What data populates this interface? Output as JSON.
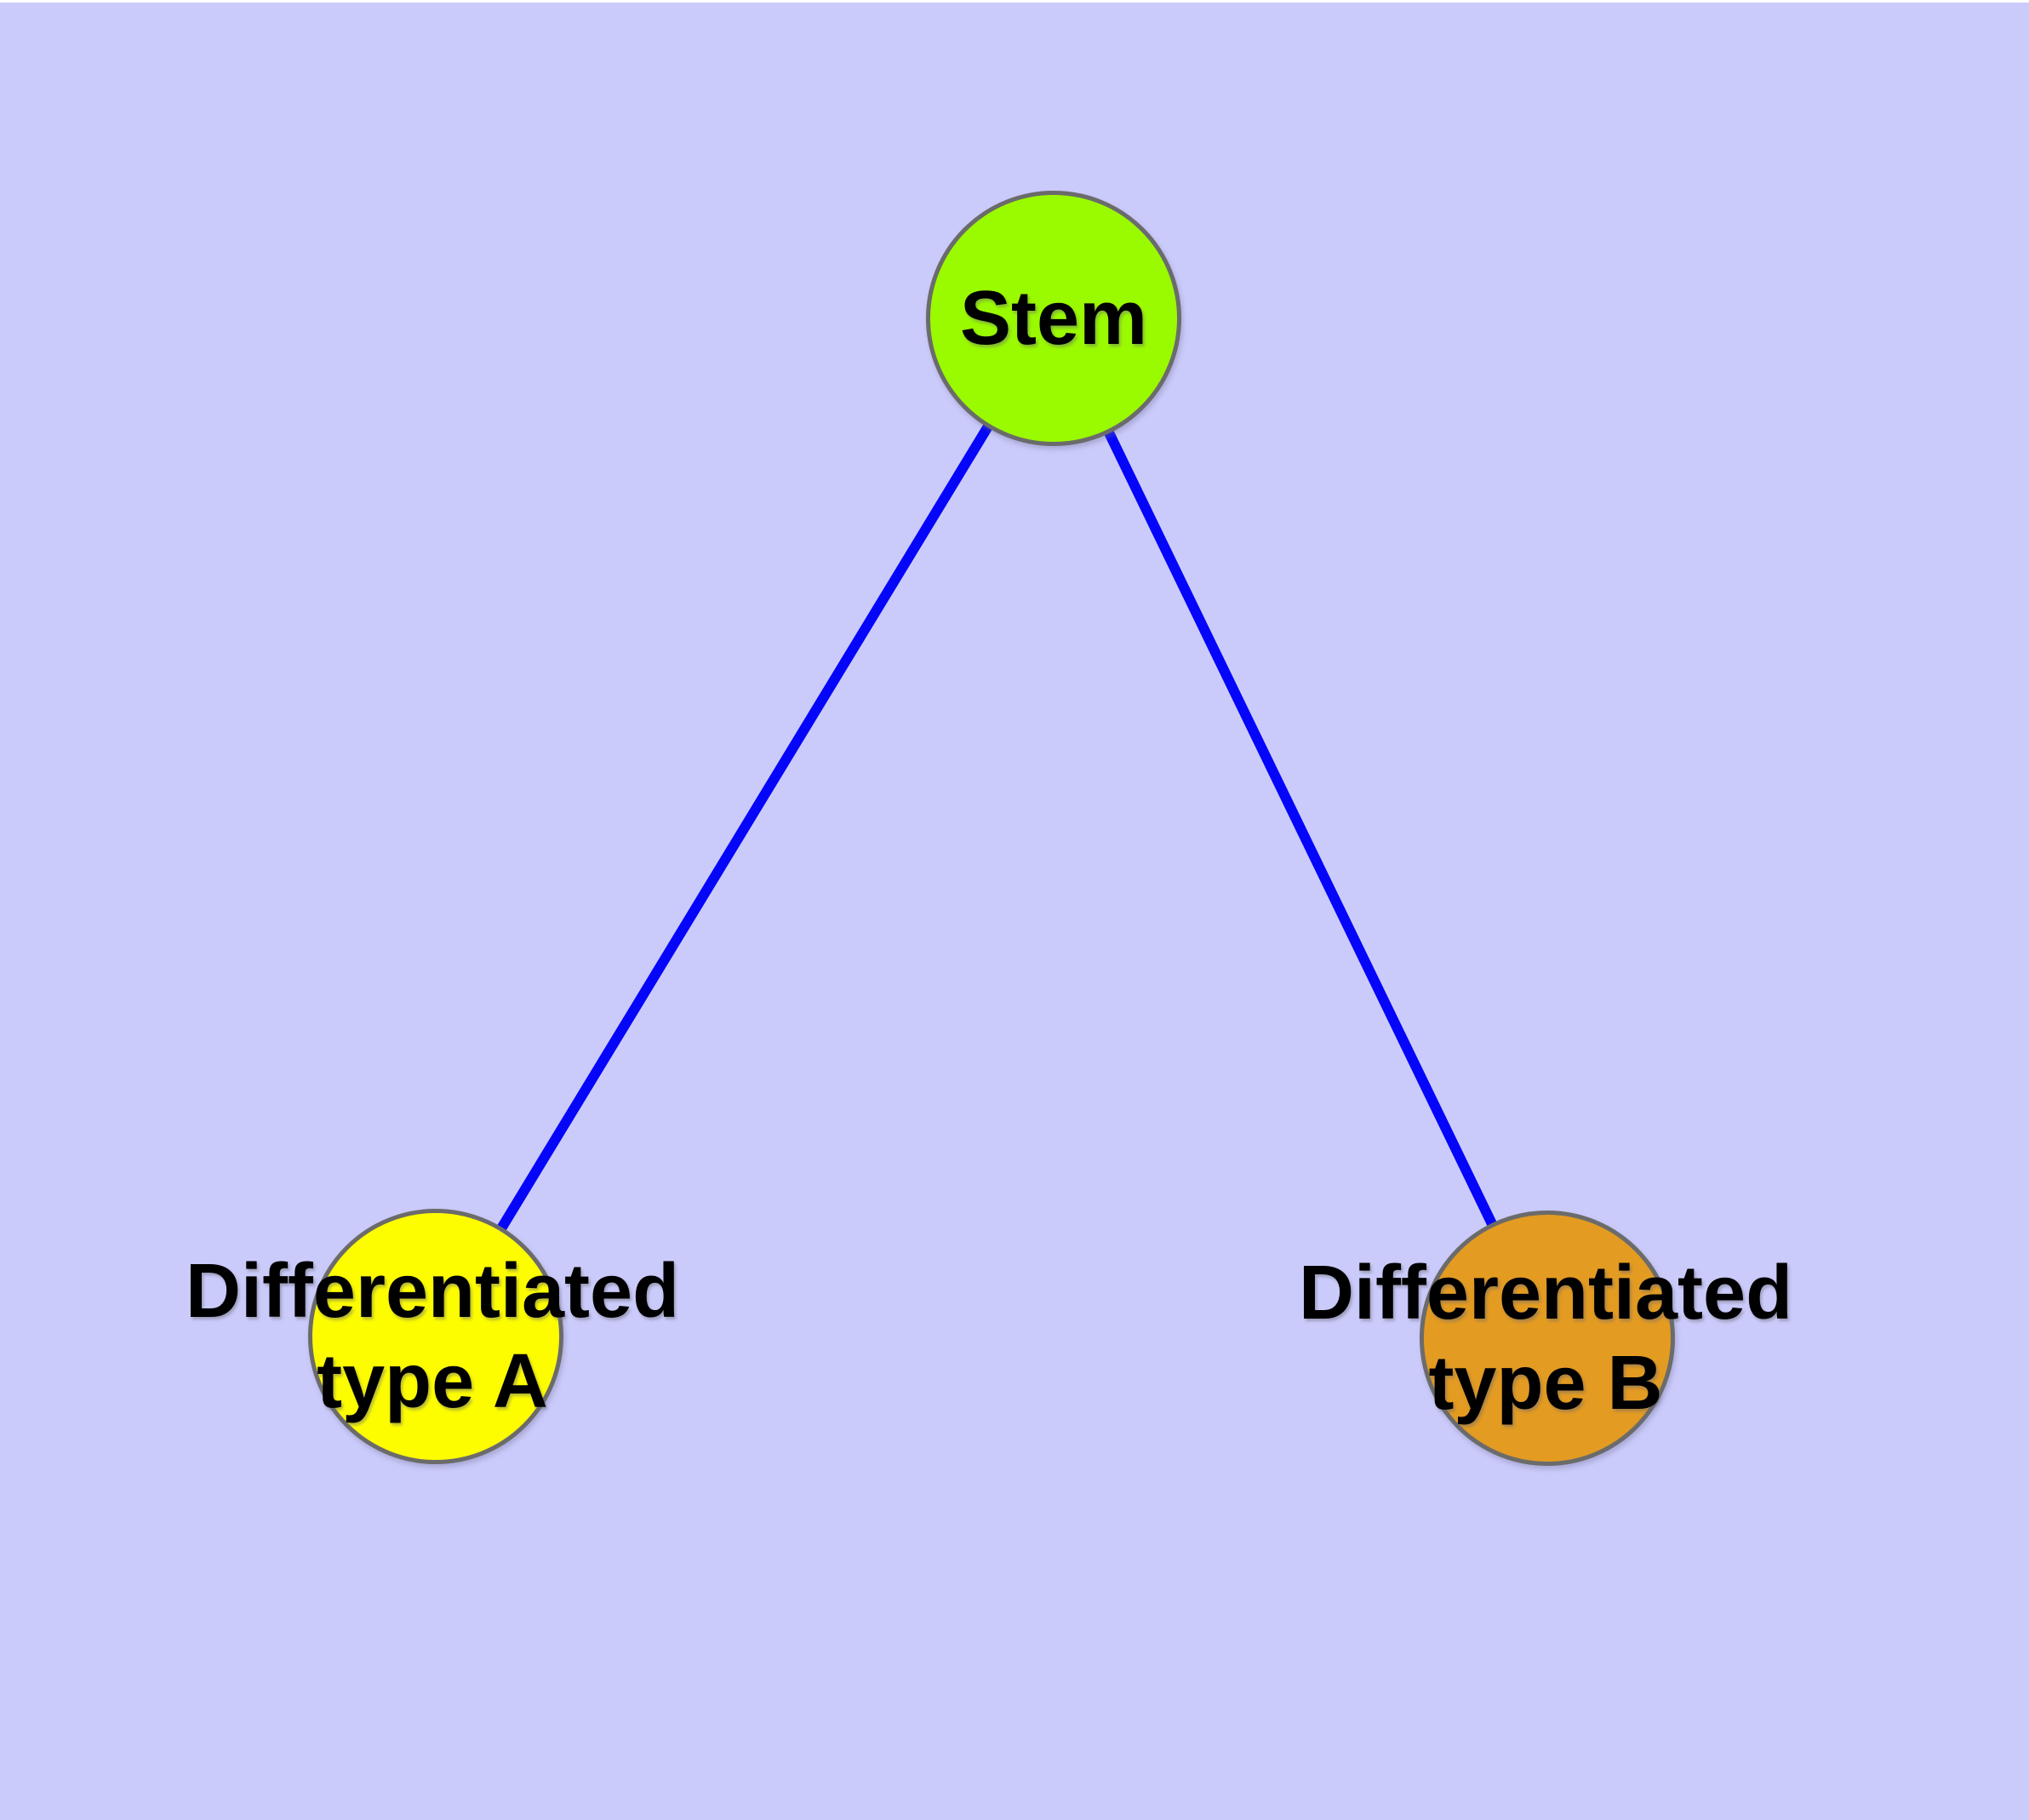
{
  "diagram": {
    "type": "node-link-graph",
    "background_color": "#CBCBFB",
    "edge_color": "#0505FA",
    "node_border_color": "#6B6B6B",
    "label_color": "#000000",
    "nodes": [
      {
        "id": "stem",
        "lines": [
          "Stem"
        ],
        "fill": "#9AFA00"
      },
      {
        "id": "differentiated-type-a",
        "lines": [
          "Differentiated",
          "type A"
        ],
        "fill": "#FDFD00"
      },
      {
        "id": "differentiated-type-b",
        "lines": [
          "Differentiated",
          "type B"
        ],
        "fill": "#E39B22"
      }
    ],
    "edges": [
      {
        "from": "Stem",
        "to": "Differentiated type A"
      },
      {
        "from": "Stem",
        "to": "Differentiated type B"
      }
    ]
  }
}
